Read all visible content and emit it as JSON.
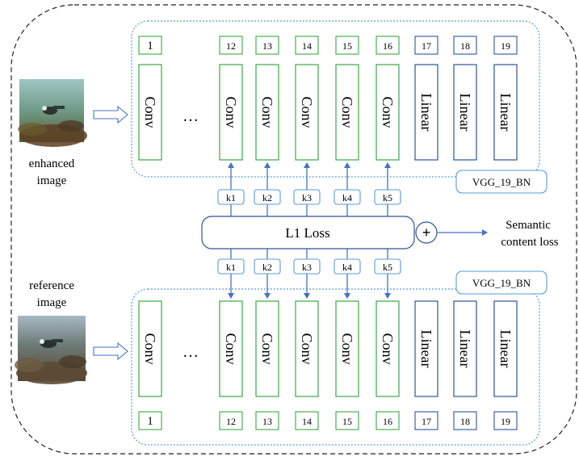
{
  "top_row": {
    "conv_label": "Conv",
    "linear_label": "Linear",
    "ellipsis": "…",
    "layer_indices": [
      "1",
      "12",
      "13",
      "14",
      "15",
      "16",
      "17",
      "18",
      "19"
    ],
    "network_tag": "VGG_19_BN"
  },
  "bottom_row": {
    "conv_label": "Conv",
    "linear_label": "Linear",
    "ellipsis": "…",
    "layer_indices": [
      "1",
      "12",
      "13",
      "14",
      "15",
      "16",
      "17",
      "18",
      "19"
    ],
    "network_tag": "VGG_19_BN"
  },
  "weights_top": [
    "k1",
    "k2",
    "k3",
    "k4",
    "k5"
  ],
  "weights_bottom": [
    "k1",
    "k2",
    "k3",
    "k4",
    "k5"
  ],
  "loss": {
    "label": "L1 Loss",
    "plus": "+"
  },
  "output": {
    "line1": "Semantic",
    "line2": "content loss"
  },
  "inputs": {
    "enhanced": {
      "line1": "enhanced",
      "line2": "image"
    },
    "reference": {
      "line1": "reference",
      "line2": "image"
    }
  },
  "colors": {
    "conv": "#3aa845",
    "linear": "#2f5597",
    "frame": "#5b9bd5",
    "arrow": "#4472c4",
    "outer_border": "#222222"
  }
}
